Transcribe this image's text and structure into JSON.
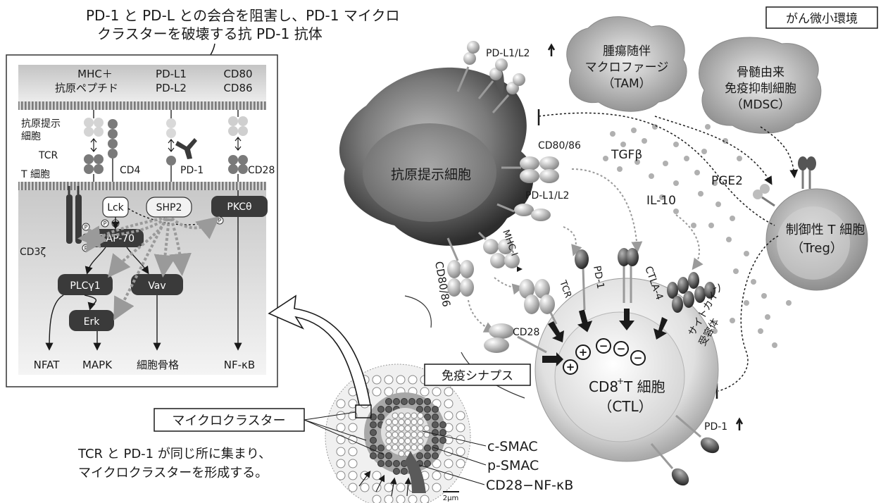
{
  "top_caption": {
    "line1": "PD-1 と PD-L との会合を阻害し、PD-1 マイクロ",
    "line2": "クラスターを破壊する抗 PD-1 抗体"
  },
  "inset": {
    "col_headers": [
      [
        "MHC＋",
        "抗原ペプチド"
      ],
      [
        "PD-L1",
        "PD-L2"
      ],
      [
        "CD80",
        "CD86"
      ]
    ],
    "left_labels": {
      "apc": [
        "抗原提示",
        "細胞"
      ],
      "tcr": "TCR",
      "tcell": "T 細胞",
      "cd3z": "CD3ζ"
    },
    "receptor_labels": {
      "cd4": "CD4",
      "pd1": "PD-1",
      "cd28": "CD28"
    },
    "signal_nodes": {
      "lck": "Lck",
      "shp2": "SHP2",
      "pkc": "PKCθ",
      "zap70": "ZAP-70",
      "plc": "PLCγ1",
      "vav": "Vav",
      "erk": "Erk"
    },
    "phospho": "P",
    "outputs": [
      "NFAT",
      "MAPK",
      "細胞骨格",
      "NF-κB"
    ]
  },
  "microenv": {
    "title": "がん微小環境",
    "tam": [
      "腫瘍随伴",
      "マクロファージ",
      "（TAM）"
    ],
    "mdsc": [
      "骨髄由来",
      "免疫抑制細胞",
      "（MDSC）"
    ],
    "treg": [
      "制御性 T 細胞",
      "（Treg）"
    ],
    "apc": "抗原提示細胞",
    "ctl": [
      "CD8",
      "+",
      " T 細胞",
      "（CTL）"
    ],
    "pdl_up": "PD-L1/L2",
    "pd1_up": "PD-1",
    "cd8086_a": "CD80/86",
    "cd8086_b": "CD80/86",
    "pdl": "PD-L1/L2",
    "mhc1": "MHC-I",
    "tcr": "TCR",
    "pd1": "PD-1",
    "ctla4": "CTLA-4",
    "cd28": "CD28",
    "cytokine_receptor": [
      "サイトカイン",
      "受容体"
    ],
    "tgfb": "TGFβ",
    "il10": "IL-10",
    "pge2": "PGE2",
    "plus": "+",
    "minus": "−"
  },
  "synapse": {
    "label": "免疫シナプス",
    "microcluster": "マイクロクラスター",
    "note_line1": "TCR と PD-1 が同じ所に集まり、",
    "note_line2": "マイクロクラスターを形成する。",
    "c_smac": "c-SMAC",
    "p_smac": "p-SMAC",
    "cd28_nfkb": "CD28−NF-κB",
    "scale": "2μm"
  },
  "colors": {
    "dark_node": "#3a3a3a",
    "membrane": "#8a8a8a",
    "panel_top": "#cfcfcf",
    "panel_bottom": "#e6e6e6",
    "arrow_gray": "#9a9a9a"
  }
}
